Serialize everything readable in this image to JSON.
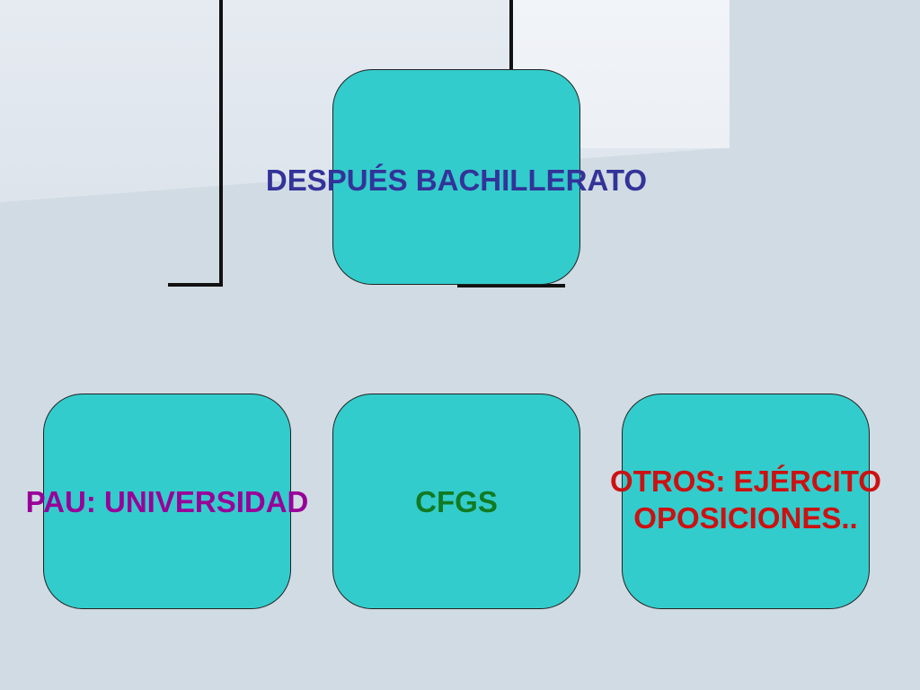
{
  "diagram": {
    "root": {
      "label": "DESPUÉS BACHILLERATO",
      "color": "#333399"
    },
    "children": [
      {
        "label_lines": [
          "PAU: UNIVERSIDAD"
        ],
        "color": "#990099"
      },
      {
        "label_lines": [
          "CFGS"
        ],
        "color": "#117a22"
      },
      {
        "label_lines": [
          "OTROS: EJÉRCITO",
          "OPOSICIONES.."
        ],
        "color": "#cc1111"
      }
    ],
    "box_color": "#33cccc"
  }
}
